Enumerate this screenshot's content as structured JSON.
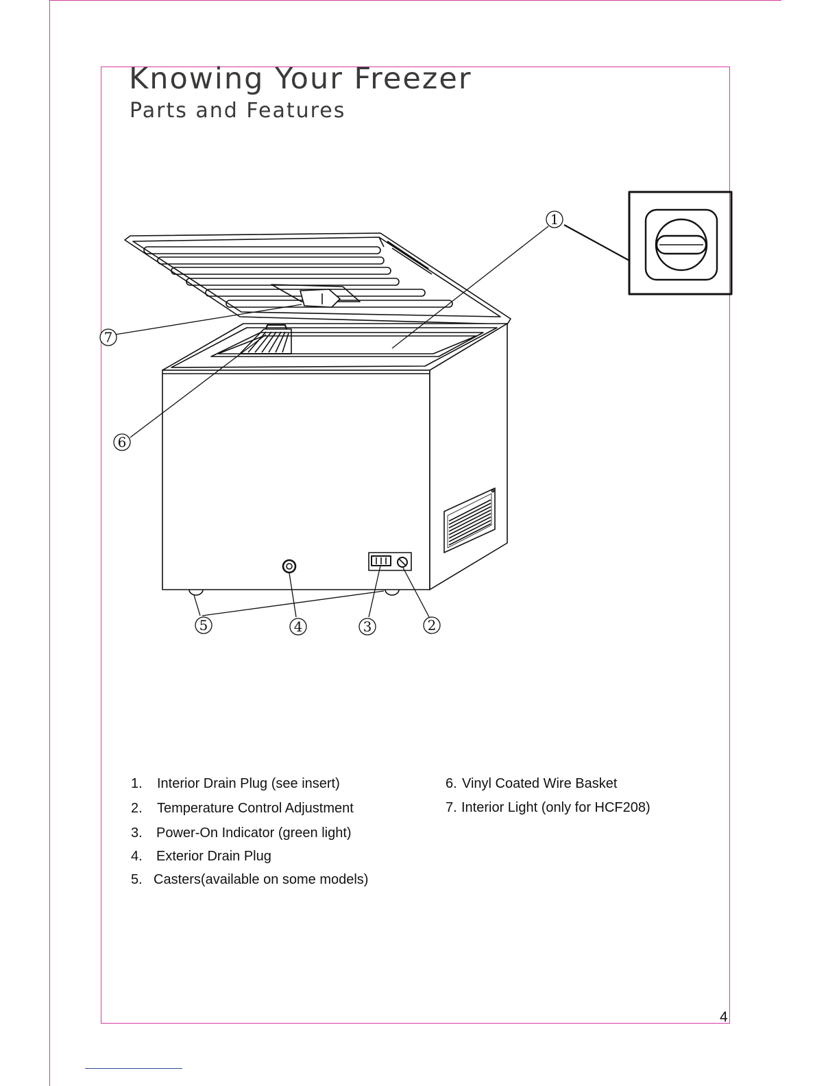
{
  "header": {
    "title": "Knowing Your Freezer",
    "subtitle": "Parts and Features"
  },
  "diagram": {
    "callouts": [
      "1",
      "2",
      "3",
      "4",
      "5",
      "6",
      "7"
    ]
  },
  "legend": {
    "left": [
      {
        "num": "1.",
        "text": "Interior Drain Plug (see insert)"
      },
      {
        "num": "2.",
        "text": "Temperature Control Adjustment"
      },
      {
        "num": "3.",
        "text": "Power-On Indicator (green light)"
      },
      {
        "num": "4.",
        "text": "Exterior Drain Plug"
      },
      {
        "num": "5.",
        "text": "Casters(available on some models)"
      }
    ],
    "right": [
      {
        "num": "6.",
        "text": "Vinyl Coated Wire Basket"
      },
      {
        "num": "7.",
        "text": "Interior  Light (only for HCF208)"
      }
    ]
  },
  "footer": {
    "page_number": "4"
  },
  "colors": {
    "frame": "#d83aa0",
    "line_art": "#111111"
  }
}
